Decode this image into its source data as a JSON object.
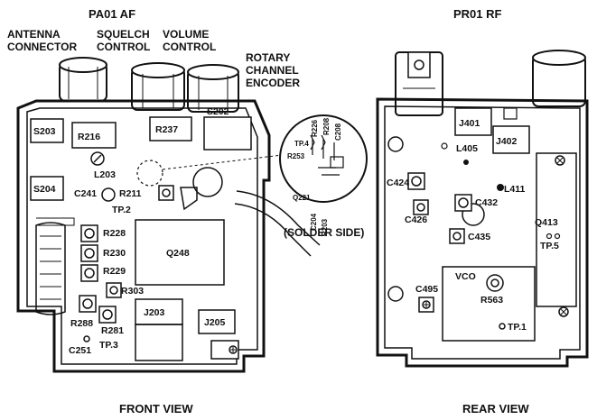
{
  "titles": {
    "left_board": "PA01 AF",
    "right_board": "PR01 RF",
    "front_view": "FRONT VIEW",
    "rear_view": "REAR VIEW"
  },
  "callouts": {
    "antenna_line1": "ANTENNA",
    "antenna_line2": "CONNECTOR",
    "squelch_line1": "SQUELCH",
    "squelch_line2": "CONTROL",
    "volume_line1": "VOLUME",
    "volume_line2": "CONTROL",
    "rotary_line1": "ROTARY",
    "rotary_line2": "CHANNEL",
    "rotary_line3": "ENCODER",
    "solder_side": "(SOLDER SIDE)"
  },
  "front_components": {
    "s203": "S203",
    "r216": "R216",
    "r237": "R237",
    "s202": "S202",
    "l203": "L203",
    "s204": "S204",
    "c241": "C241",
    "r211": "R211",
    "tp2": "TP.2",
    "r228": "R228",
    "r230": "R230",
    "r229": "R229",
    "q248": "Q248",
    "r303": "R303",
    "r288": "R288",
    "r281": "R281",
    "j203": "J203",
    "j205": "J205",
    "c251": "C251",
    "tp3": "TP.3"
  },
  "zoom_components": {
    "r226": "R226",
    "r208": "R208",
    "c208": "C208",
    "tp4": "TP.4",
    "r253": "R253",
    "q221": "Q221",
    "c204": "C204",
    "r203": "R203"
  },
  "rear_components": {
    "j401": "J401",
    "j402": "J402",
    "l405": "L405",
    "l411": "L411",
    "c424": "C424",
    "c432": "C432",
    "c426": "C426",
    "q413": "Q413",
    "c435": "C435",
    "tp5": "TP.5",
    "vco": "VCO",
    "c495": "C495",
    "r563": "R563",
    "tp1": "TP.1"
  }
}
